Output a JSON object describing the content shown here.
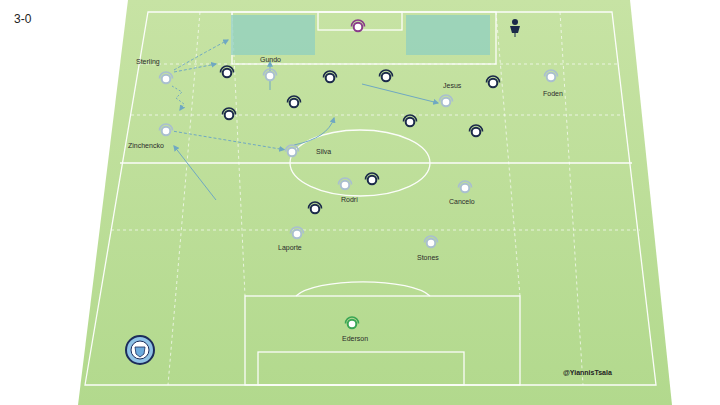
{
  "diagram": {
    "nodes": [
      {
        "text": [
          "Sterling"
        ]
      },
      {
        "text": [
          "Gundo"
        ]
      },
      {
        "text": [
          "Jesus"
        ]
      },
      {
        "text": [
          "Foden"
        ]
      },
      {
        "text": [
          "Zinchencko"
        ]
      },
      {
        "text": [
          "Silva"
        ]
      },
      {
        "text": [
          "Rodri"
        ]
      },
      {
        "text": [
          "Cancelo"
        ]
      },
      {
        "text": [
          "Laporte"
        ]
      },
      {
        "text": [
          "Stones"
        ]
      },
      {
        "text": [
          "Ederson"
        ]
      }
    ],
    "edges": [
      {
        "from": 4,
        "to": 5,
        "arrow": "to"
      }
    ],
    "labels": [
      "3-0",
      "@YiannisTsala"
    ]
  }
}
